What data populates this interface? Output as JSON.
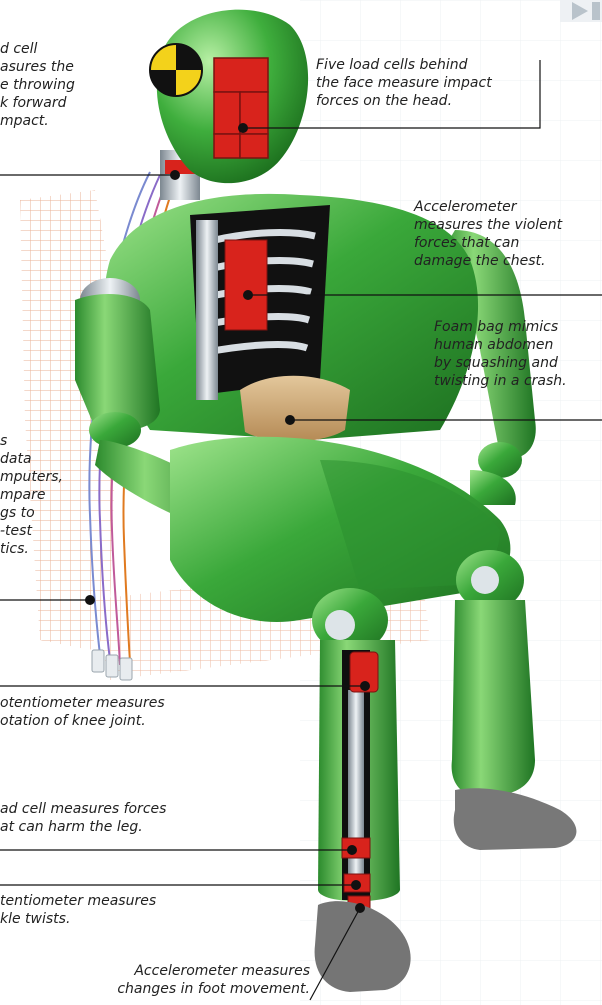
{
  "labels": {
    "neck": "d cell\nasures the\ne throwing\nk forward\nmpact.",
    "face": "Five load cells behind\nthe face measure impact\nforces on the head.",
    "chest": "Accelerometer\nmeasures the violent\nforces that can\ndamage the chest.",
    "abdomen": "Foam bag mimics\nhuman abdomen\nby squashing and\ntwisting in a crash.",
    "cables": "s\ndata\nmputers,\nmpare\ngs to\n-test\ntics.",
    "knee": "otentiometer measures\notation of knee joint.",
    "leg": "ad cell measures forces\nat can harm the leg.",
    "ankle": "tentiometer measures\nkle twists.",
    "foot": "Accelerometer measures\nchanges in foot movement."
  },
  "colors": {
    "body_green": "#3aa83a",
    "body_dark": "#1f7a22",
    "body_light": "#8edc7e",
    "sensor_red": "#d8231c",
    "metal": "#b9c3cb",
    "foam": "#c9a675",
    "shoe": "#777777",
    "seat_grid": "#e8a98a"
  },
  "icons": [
    "crash-test-target-icon",
    "corner-arrow-icon"
  ]
}
